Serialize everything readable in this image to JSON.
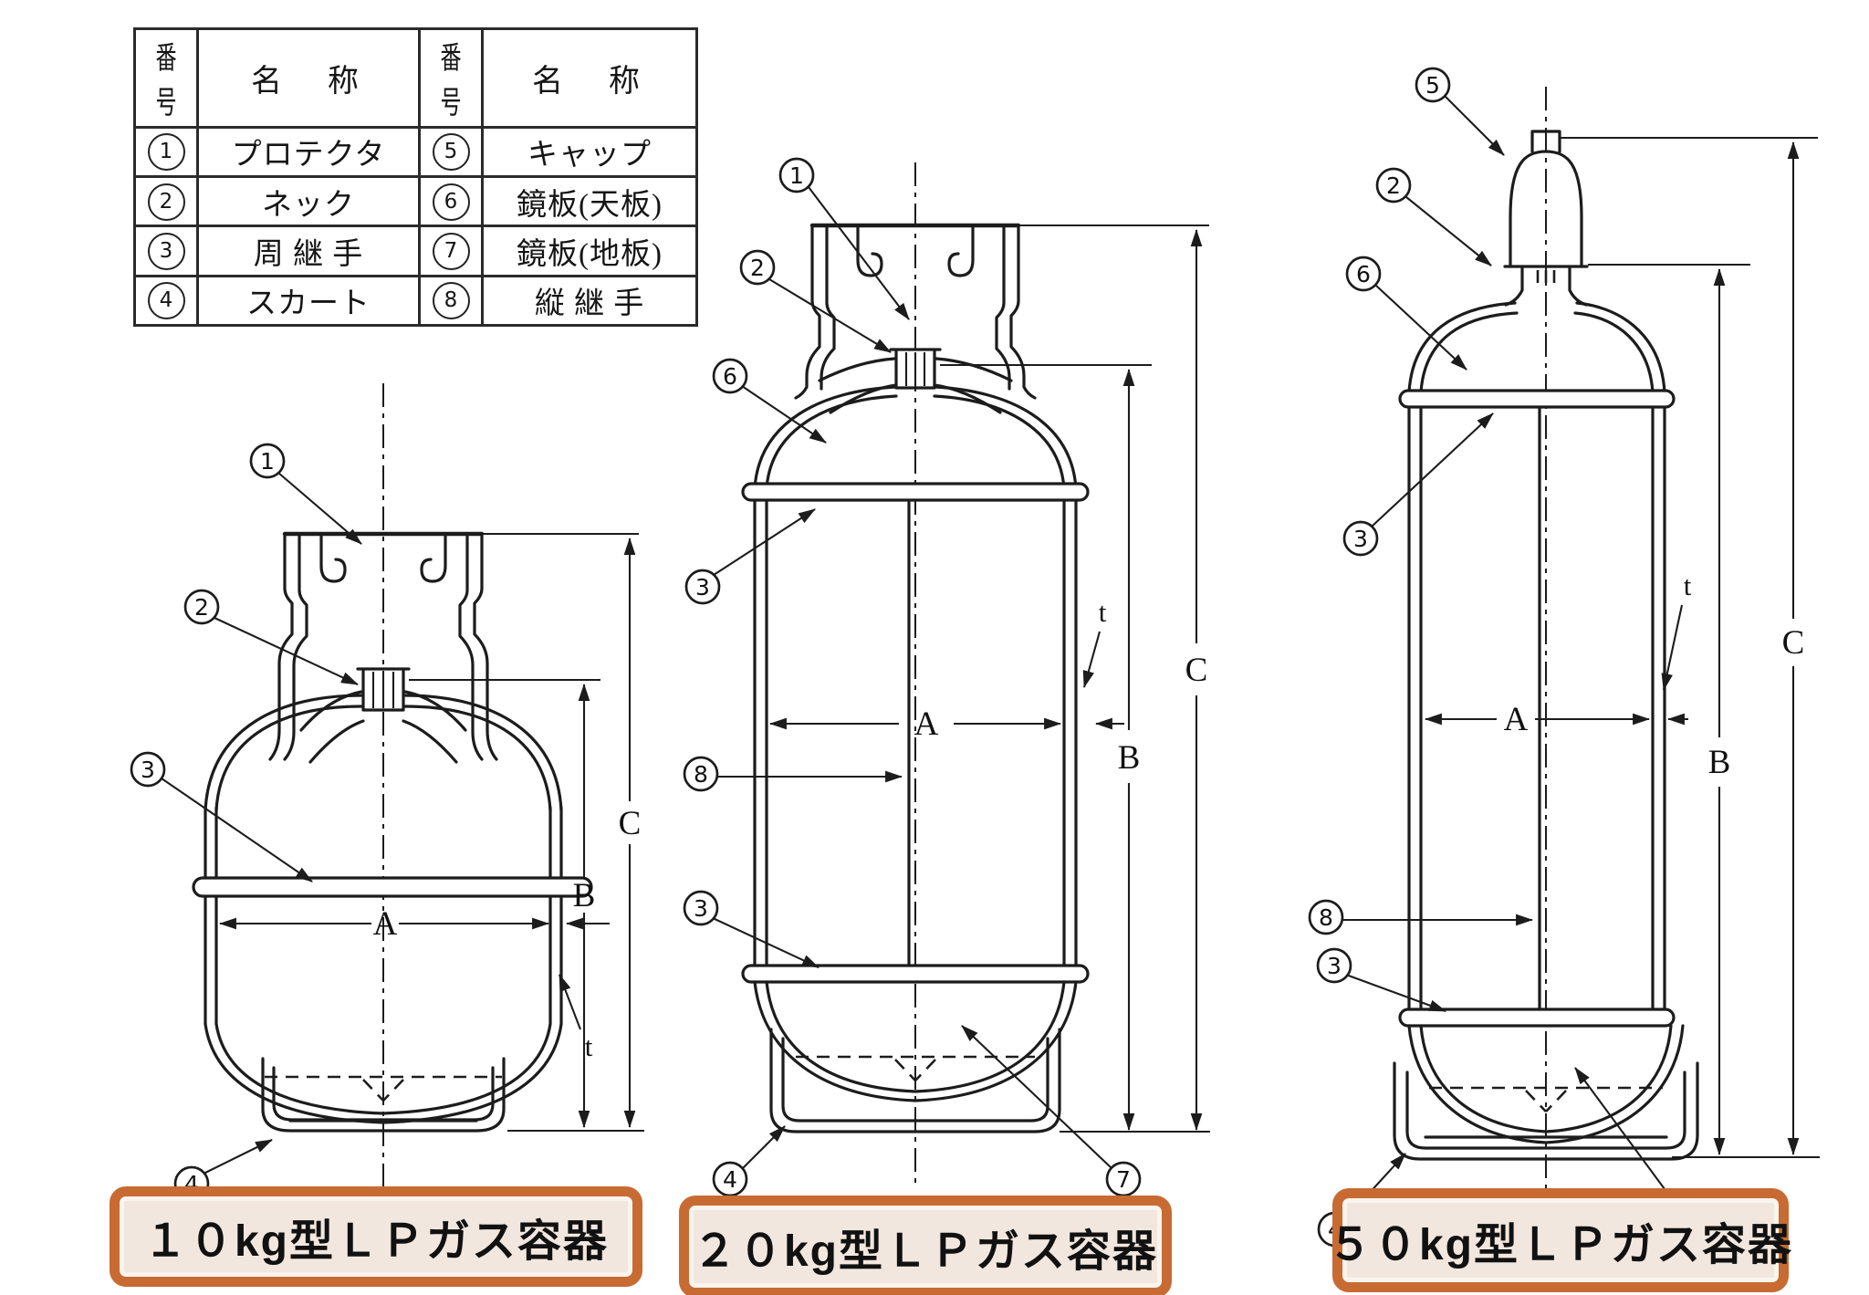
{
  "legend_table": {
    "header": {
      "no": "番号",
      "name": "名　称"
    },
    "rows": [
      {
        "no": "1",
        "name": "プロテクタ",
        "no2": "5",
        "name2": "キャップ"
      },
      {
        "no": "2",
        "name": "ネック",
        "no2": "6",
        "name2": "鏡板(天板)"
      },
      {
        "no": "3",
        "name": "周 継 手",
        "no2": "7",
        "name2": "鏡板(地板)"
      },
      {
        "no": "4",
        "name": "スカート",
        "no2": "8",
        "name2": "縦 継 手"
      }
    ]
  },
  "callouts": {
    "n1": "1",
    "n2": "2",
    "n3": "3",
    "n4": "4",
    "n5": "5",
    "n6": "6",
    "n7": "7",
    "n8": "8"
  },
  "dims": {
    "A": "A",
    "B": "B",
    "C": "C",
    "t": "t"
  },
  "captions": [
    "１０kg型ＬＰガス容器",
    "２０kg型ＬＰガス容器",
    "５０kg型ＬＰガス容器"
  ],
  "colors": {
    "caption_border": "#c76b33",
    "caption_bg": "#f2e7de",
    "line": "#1c1c1c"
  }
}
